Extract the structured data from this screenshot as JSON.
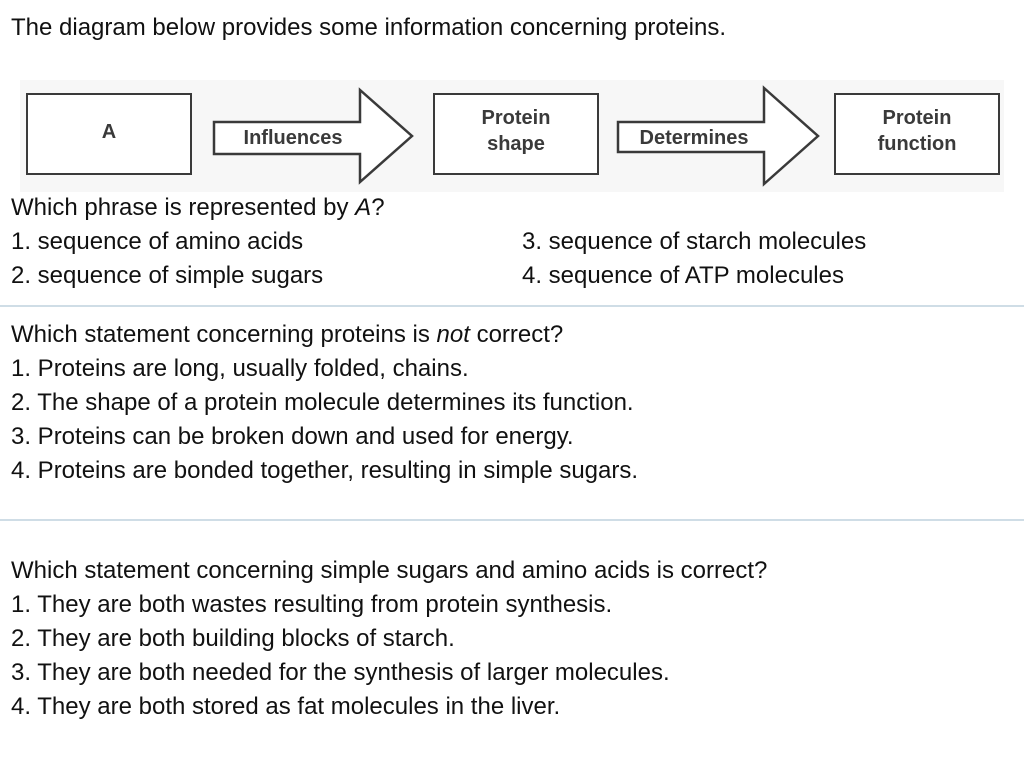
{
  "intro": "The diagram below provides some information concerning proteins.",
  "diagram": {
    "box_a": "A",
    "arrow_1": "Influences",
    "box_shape": [
      "Protein",
      "shape"
    ],
    "arrow_2": "Determines",
    "box_function": [
      "Protein",
      "function"
    ]
  },
  "q1": {
    "question_pre": "Which phrase is represented by ",
    "question_em": "A",
    "question_post": "?",
    "options": [
      "1.  sequence of amino acids",
      "2.  sequence of simple sugars",
      "3.  sequence of starch molecules",
      "4.  sequence of ATP molecules"
    ]
  },
  "q2": {
    "question_pre": "Which statement concerning proteins is ",
    "question_em": "not",
    "question_post": " correct?",
    "options": [
      "1.  Proteins are long, usually folded, chains.",
      "2.  The shape of a protein molecule determines its function.",
      "3.  Proteins can be broken down and used for energy.",
      "4.  Proteins are bonded together, resulting in simple sugars."
    ]
  },
  "q3": {
    "question": "Which statement concerning simple sugars and amino acids is correct?",
    "options": [
      "1.  They are both wastes resulting from protein synthesis.",
      "2.  They are both building blocks of starch.",
      "3.  They are both needed for the synthesis of larger molecules.",
      "4.  They are both stored as fat molecules in the liver."
    ]
  },
  "colors": {
    "separator": "#cfdde6",
    "diagram_stroke": "#3a3a3a"
  }
}
